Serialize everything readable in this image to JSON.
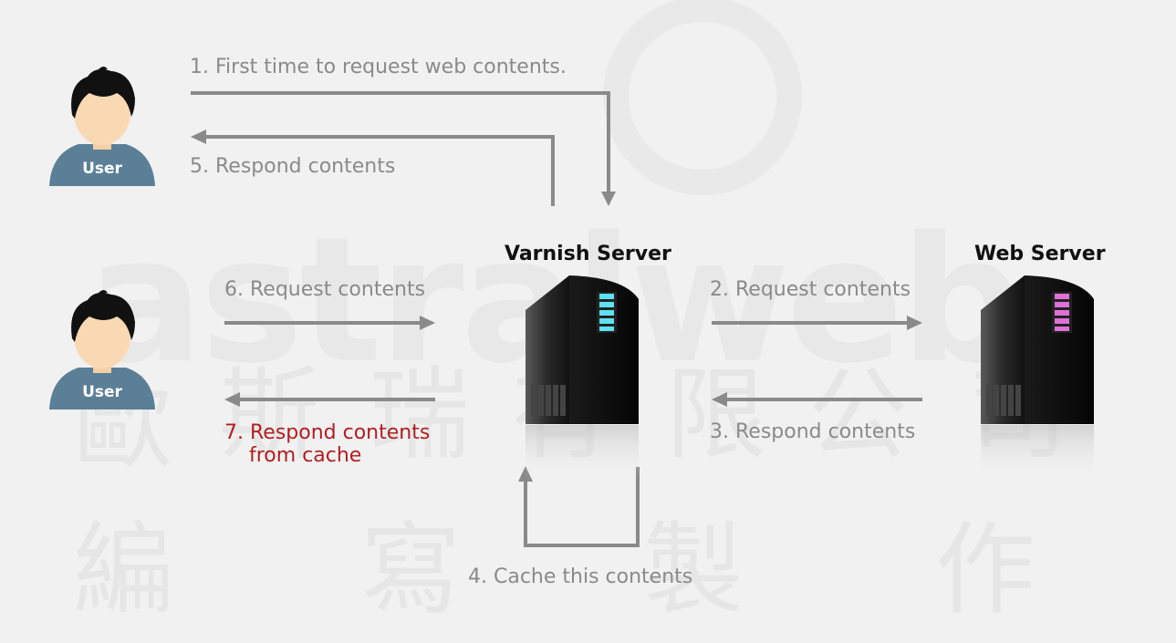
{
  "watermark": {
    "logo": "astralweb",
    "cjk_line1": [
      "歐",
      "斯",
      "瑞",
      "有",
      "限",
      "公",
      "司"
    ],
    "cjk_line2": [
      "編",
      "寫",
      "製",
      "作"
    ]
  },
  "nodes": {
    "user_top": "User",
    "user_bottom": "User",
    "varnish_server": "Varnish Server",
    "web_server": "Web Server"
  },
  "steps": {
    "step1": "1. First time to request web contents.",
    "step2": "2. Request contents",
    "step3": "3. Respond contents",
    "step4": "4. Cache this contents",
    "step5": "5. Respond contents",
    "step6": "6. Request contents",
    "step7_line1": "7. Respond contents",
    "step7_line2": "from cache"
  },
  "colors": {
    "arrow": "#8a8a8a",
    "step7": "#b01e22",
    "varnish_led": "#5fe0f0",
    "web_led": "#e070d8",
    "user_body": "#5b7f96"
  }
}
